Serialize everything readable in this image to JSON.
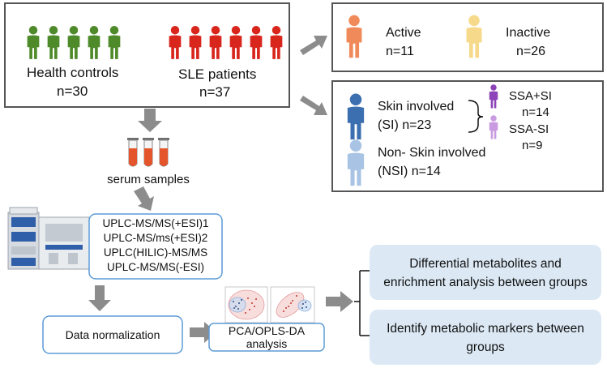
{
  "cohort": {
    "health_controls": {
      "label": "Health controls",
      "n": "n=30"
    },
    "sle_patients": {
      "label": "SLE patients",
      "n": "n=37"
    }
  },
  "activity": {
    "active": {
      "label": "Active",
      "n": "n=11"
    },
    "inactive": {
      "label": "Inactive",
      "n": "n=26"
    }
  },
  "skin": {
    "involved": {
      "label": "Skin involved",
      "code_n": "(SI)  n=23"
    },
    "ssa_pos": {
      "label": "SSA+SI",
      "n": "n=14"
    },
    "ssa_neg": {
      "label": "SSA-SI",
      "n": "n=9"
    },
    "non_involved": {
      "label": "Non- Skin involved",
      "code_n": "(NSI)  n=14"
    }
  },
  "samples": {
    "label": "serum samples"
  },
  "methods": [
    "UPLC-MS/MS(+ESI)1",
    "UPLC-MS/ms(+ESI)2",
    "UPLC(HILIC)-MS/MS",
    "UPLC-MS/MS(-ESI)"
  ],
  "steps": {
    "normalization": "Data normalization",
    "pca_line1": "PCA/OPLS-DA",
    "pca_line2": "analysis"
  },
  "outputs": [
    {
      "line1": "Differential metabolites and",
      "line2": "enrichment analysis between groups"
    },
    {
      "line1": "Identify metabolic markers between",
      "line2": "groups"
    }
  ],
  "colors": {
    "controls": "#4f8a2a",
    "sle": "#d9261c",
    "active": "#f08a5b",
    "inactive": "#f7d98b",
    "skin_involved": "#3c6fb0",
    "non_involved": "#a8c3e3",
    "ssa_pos": "#8e44b8",
    "ssa_neg": "#c99be0",
    "arrow": "#8c8c8c",
    "output_box": "#dce9f5"
  }
}
